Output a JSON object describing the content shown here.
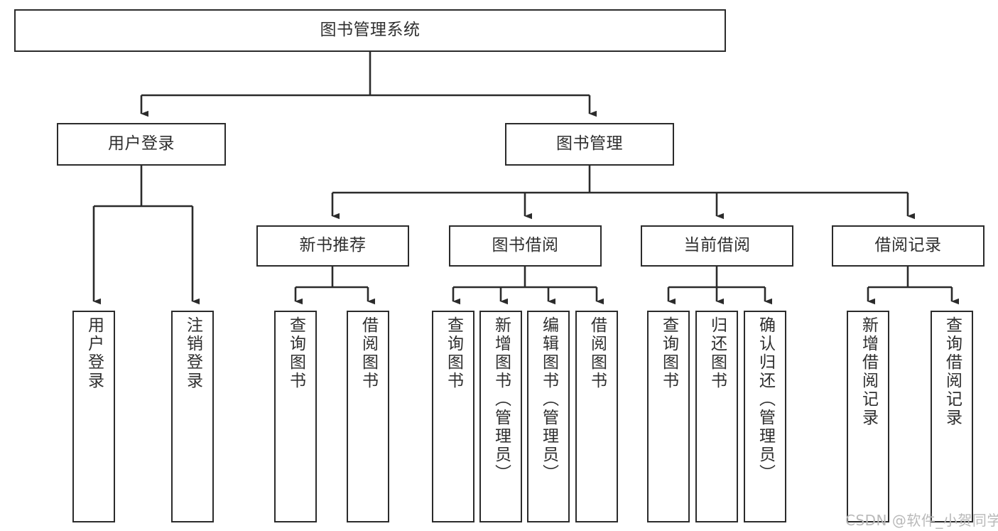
{
  "diagram": {
    "type": "tree",
    "title": "图书管理系统",
    "watermark": "CSDN @软件_小贺同学",
    "colors": {
      "stroke": "#2b2b2b",
      "text": "#2f2f2f",
      "background": "#ffffff",
      "watermark": "#b9b9b9"
    },
    "nodes": {
      "root": {
        "label": "图书管理系统"
      },
      "level1": [
        {
          "id": "user-login",
          "label": "用户登录"
        },
        {
          "id": "book-manage",
          "label": "图书管理"
        }
      ],
      "level2": [
        {
          "id": "new-book-rec",
          "label": "新书推荐"
        },
        {
          "id": "book-borrow",
          "label": "图书借阅"
        },
        {
          "id": "current-borrow",
          "label": "当前借阅"
        },
        {
          "id": "borrow-record",
          "label": "借阅记录"
        }
      ],
      "leaves": {
        "user-login": [
          {
            "id": "leaf-user-login",
            "label": "用户登录"
          },
          {
            "id": "leaf-logout",
            "label": "注销登录"
          }
        ],
        "new-book-rec": [
          {
            "id": "leaf-query-book-1",
            "label": "查询图书"
          },
          {
            "id": "leaf-borrow-book-1",
            "label": "借阅图书"
          }
        ],
        "book-borrow": [
          {
            "id": "leaf-query-book-2",
            "label": "查询图书"
          },
          {
            "id": "leaf-add-book",
            "label": "新增图书（管理员）"
          },
          {
            "id": "leaf-edit-book",
            "label": "编辑图书（管理员）"
          },
          {
            "id": "leaf-borrow-book-2",
            "label": "借阅图书"
          }
        ],
        "current-borrow": [
          {
            "id": "leaf-query-book-3",
            "label": "查询图书"
          },
          {
            "id": "leaf-return-book",
            "label": "归还图书"
          },
          {
            "id": "leaf-confirm-return",
            "label": "确认归还（管理员）"
          }
        ],
        "borrow-record": [
          {
            "id": "leaf-add-record",
            "label": "新增借阅记录"
          },
          {
            "id": "leaf-query-record",
            "label": "查询借阅记录"
          }
        ]
      }
    }
  }
}
